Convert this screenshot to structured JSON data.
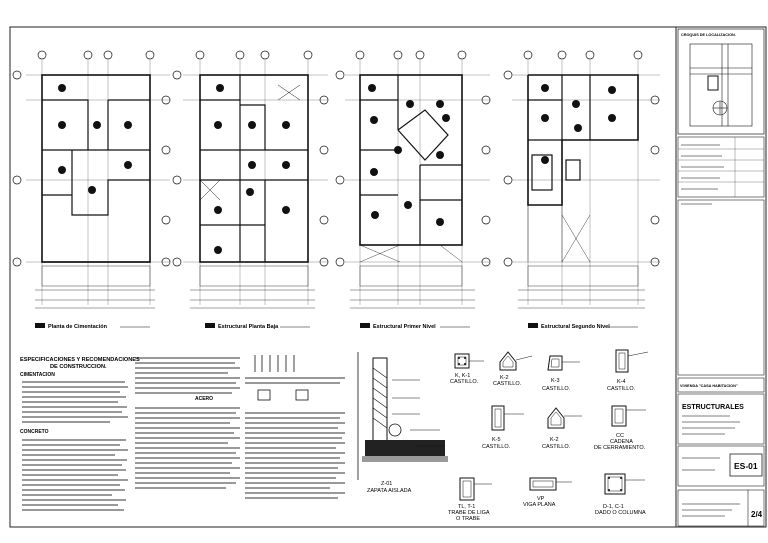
{
  "plans": [
    {
      "title": "Planta de Cimentación"
    },
    {
      "title": "Estructural Planta Baja"
    },
    {
      "title": "Estructural Primer Nivel"
    },
    {
      "title": "Estructural Segundo Nivel"
    }
  ],
  "specs": {
    "heading_line1": "ESPECIFICACIONES Y RECOMENDACIONES",
    "heading_line2": "DE CONSTRUCCION.",
    "section_cimentacion": "CIMENTACION",
    "section_concreto": "CONCRETO",
    "section_acero": "ACERO"
  },
  "details": [
    {
      "label1": "K, K-1",
      "label2": "CASTILLO."
    },
    {
      "label1": "K-2",
      "label2": "CASTILLO."
    },
    {
      "label1": "K-3",
      "label2": "CASTILLO."
    },
    {
      "label1": "K-4",
      "label2": "CASTILLO."
    },
    {
      "label1": "K-5",
      "label2": "CASTILLO."
    },
    {
      "label1": "K-2",
      "label2": "CASTILLO."
    },
    {
      "label1": "CC",
      "label2": "CADENA",
      "label3": "DE CERRAMIENTO."
    },
    {
      "label1": "TL, T-1",
      "label2": "TRABE DE LIGA",
      "label3": "O TRABE"
    },
    {
      "label1": "VP",
      "label2": "VIGA PLANA"
    },
    {
      "label1": "D-1, C-1",
      "label2": "DADO O COLUMNA"
    }
  ],
  "zapata": {
    "label1": "Z-01",
    "label2": "ZAPATA AISLADA"
  },
  "title_block": {
    "location_title": "CROQUIS DE LOCALIZACION.",
    "project_name": "VIVIENDA \"CASA HABITACION\"",
    "sheet_type": "ESTRUCTURALES",
    "sheet_code": "ES-01",
    "sheet_number": "2/4"
  }
}
